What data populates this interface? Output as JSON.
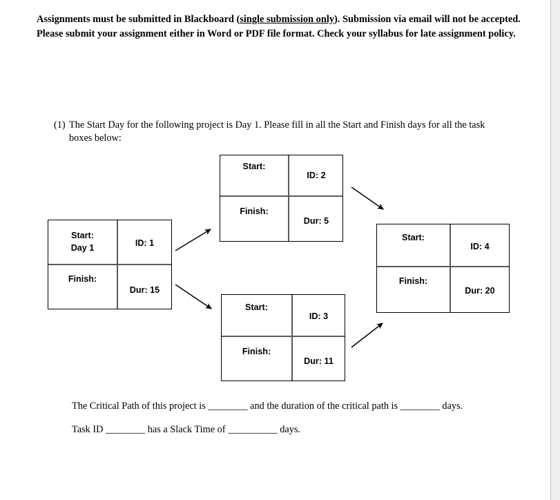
{
  "page": {
    "background_color": "#ffffff",
    "surround_color": "#efefef"
  },
  "header": {
    "part1": "Assignments must be submitted in Blackboard (",
    "underlined": "single submission only",
    "part2": "). Submission via email will not be accepted. Please submit your assignment either in Word or PDF file format. Check your syllabus for late assignment policy."
  },
  "question": {
    "number": "(1)",
    "text": "The Start Day for the following project is Day 1. Please fill in all the Start and Finish days for all the task boxes below:"
  },
  "diagram": {
    "type": "project-network-activity-on-node",
    "labels": {
      "start": "Start:",
      "finish": "Finish:"
    },
    "tasks": [
      {
        "id_label": "ID: 1",
        "start_label": "Start:",
        "start_value": "Day 1",
        "finish_label": "Finish:",
        "finish_value": "",
        "dur_label": "Dur: 15",
        "duration": 15,
        "id": 1
      },
      {
        "id_label": "ID: 2",
        "start_label": "Start:",
        "start_value": "",
        "finish_label": "Finish:",
        "finish_value": "",
        "dur_label": "Dur: 5",
        "duration": 5,
        "id": 2
      },
      {
        "id_label": "ID: 3",
        "start_label": "Start:",
        "start_value": "",
        "finish_label": "Finish:",
        "finish_value": "",
        "dur_label": "Dur: 11",
        "duration": 11,
        "id": 3
      },
      {
        "id_label": "ID: 4",
        "start_label": "Start:",
        "start_value": "",
        "finish_label": "Finish:",
        "finish_value": "",
        "dur_label": "Dur: 20",
        "duration": 20,
        "id": 4
      }
    ],
    "edges": [
      {
        "from": 1,
        "to": 2
      },
      {
        "from": 1,
        "to": 3
      },
      {
        "from": 2,
        "to": 4
      },
      {
        "from": 3,
        "to": 4
      }
    ]
  },
  "answers": {
    "critical_path_line_a": "The Critical Path of this project is ________ and the duration of the critical path is ________ days.",
    "slack_line": "Task ID ________ has a Slack Time of __________ days."
  }
}
